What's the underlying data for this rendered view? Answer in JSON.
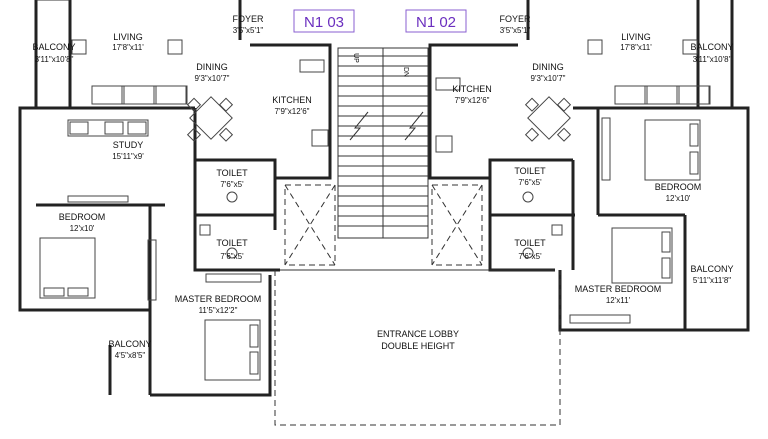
{
  "units": {
    "left": "N1 03",
    "right": "N1 02"
  },
  "stairs": {
    "up": "UP",
    "down": "DN"
  },
  "lobby": {
    "line1": "ENTRANCE LOBBY",
    "line2": "DOUBLE HEIGHT"
  },
  "left": {
    "balcony_top": {
      "name": "BALCONY",
      "dim": "3'11\"x10'8\""
    },
    "living": {
      "name": "LIVING",
      "dim": "17'8\"x11'"
    },
    "foyer": {
      "name": "FOYER",
      "dim": "3'5\"x5'1\""
    },
    "dining": {
      "name": "DINING",
      "dim": "9'3\"x10'7\""
    },
    "kitchen": {
      "name": "KITCHEN",
      "dim": "7'9\"x12'6\""
    },
    "study": {
      "name": "STUDY",
      "dim": "15'11\"x9'"
    },
    "toilet1": {
      "name": "TOILET",
      "dim": "7'6\"x5'"
    },
    "toilet2": {
      "name": "TOILET",
      "dim": "7'6\"x5'"
    },
    "bedroom": {
      "name": "BEDROOM",
      "dim": "12'x10'"
    },
    "master": {
      "name": "MASTER BEDROOM",
      "dim": "11'5\"x12'2\""
    },
    "balcony_bottom": {
      "name": "BALCONY",
      "dim": "4'5\"x8'5\""
    }
  },
  "right": {
    "balcony_top": {
      "name": "BALCONY",
      "dim": "3'11\"x10'8\""
    },
    "living": {
      "name": "LIVING",
      "dim": "17'8\"x11'"
    },
    "foyer": {
      "name": "FOYER",
      "dim": "3'5\"x5'1\""
    },
    "dining": {
      "name": "DINING",
      "dim": "9'3\"x10'7\""
    },
    "kitchen": {
      "name": "KITCHEN",
      "dim": "7'9\"x12'6\""
    },
    "bedroom": {
      "name": "BEDROOM",
      "dim": "12'x10'"
    },
    "toilet1": {
      "name": "TOILET",
      "dim": "7'6\"x5'"
    },
    "toilet2": {
      "name": "TOILET",
      "dim": "7'6\"x5'"
    },
    "master": {
      "name": "MASTER BEDROOM",
      "dim": "12'x11'"
    },
    "balcony_side": {
      "name": "BALCONY",
      "dim": "5'11\"x11'8\""
    }
  }
}
